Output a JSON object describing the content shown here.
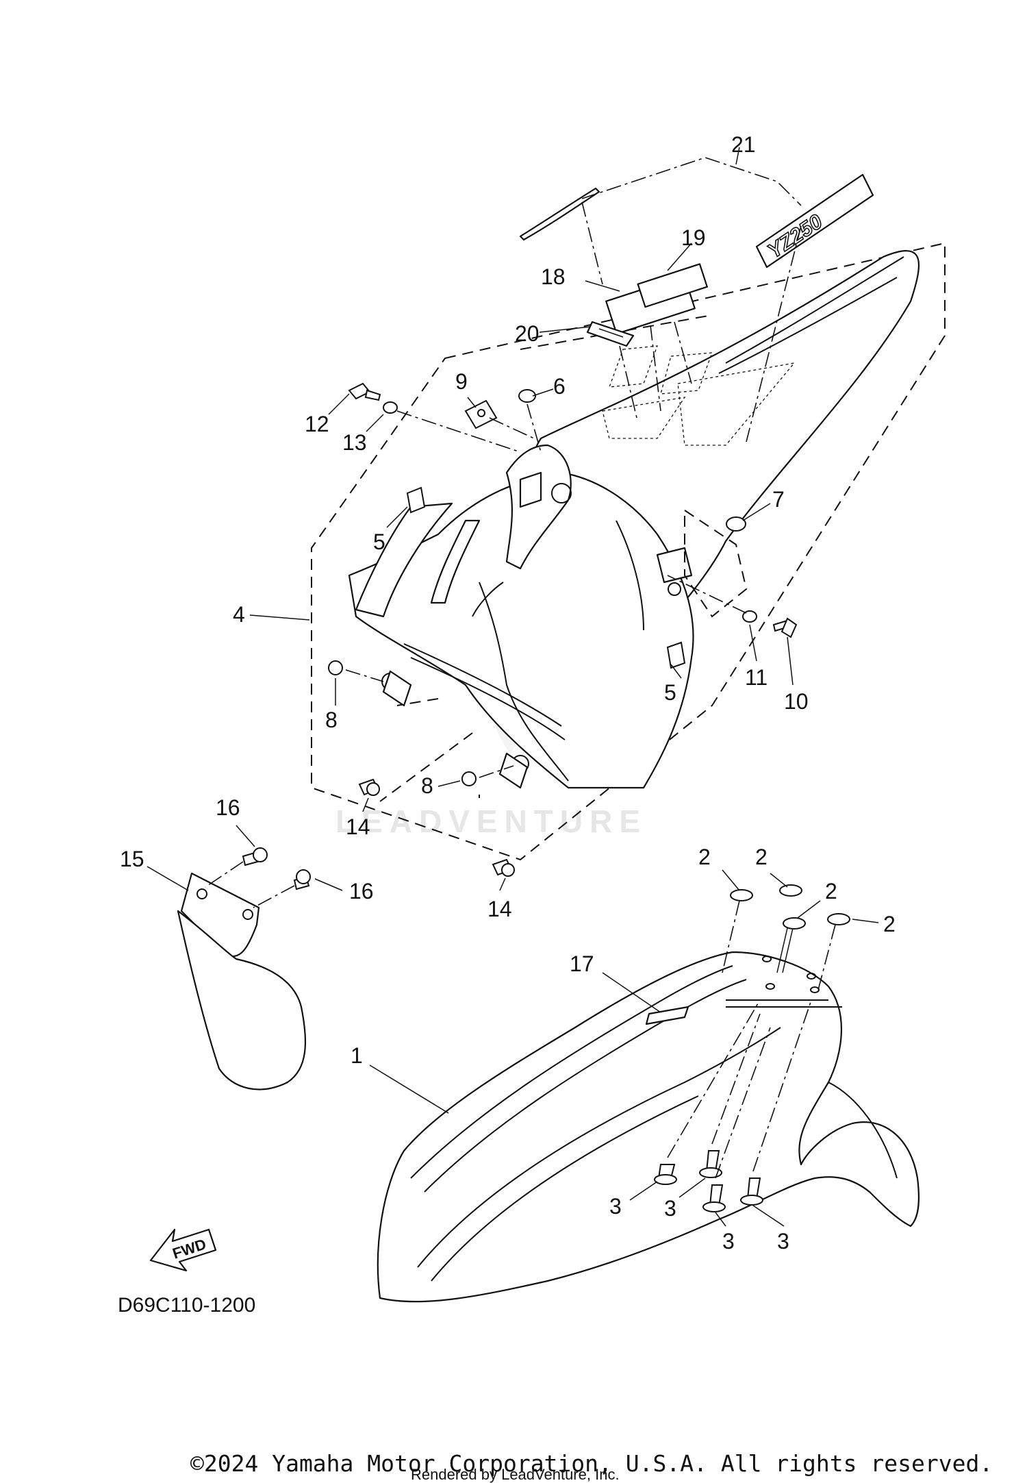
{
  "diagram": {
    "callouts": [
      "1",
      "2",
      "2",
      "2",
      "2",
      "3",
      "3",
      "3",
      "3",
      "4",
      "5",
      "5",
      "6",
      "7",
      "8",
      "8",
      "9",
      "10",
      "11",
      "12",
      "13",
      "14",
      "14",
      "15",
      "16",
      "16",
      "17",
      "18",
      "19",
      "20",
      "21"
    ],
    "logo_text": "YZ250",
    "fwd_label": "FWD",
    "diagram_code": "D69C110-1200",
    "watermark": "LEADVENTURE",
    "copyright": "©2024 Yamaha Motor Corporation, U.S.A. All rights reserved.",
    "rendered_by": "Rendered by LeadVenture, Inc."
  }
}
